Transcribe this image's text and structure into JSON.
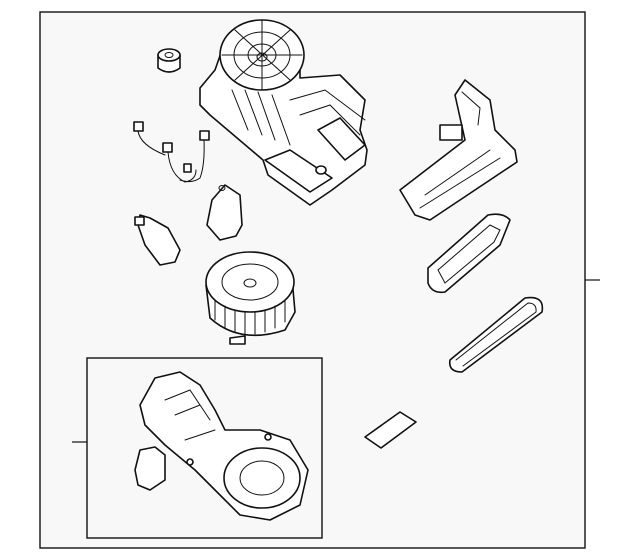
{
  "colors": {
    "line": "#111111",
    "frame_fill": "#f8f8f8",
    "page": "#ffffff"
  },
  "parts": [
    "blower-housing-assembly",
    "grommet",
    "wire-harness",
    "resistor",
    "actuator",
    "blower-motor",
    "filter-door",
    "filter-seal",
    "filter-gasket",
    "label",
    "lower-case-assembly",
    "case-actuator"
  ]
}
